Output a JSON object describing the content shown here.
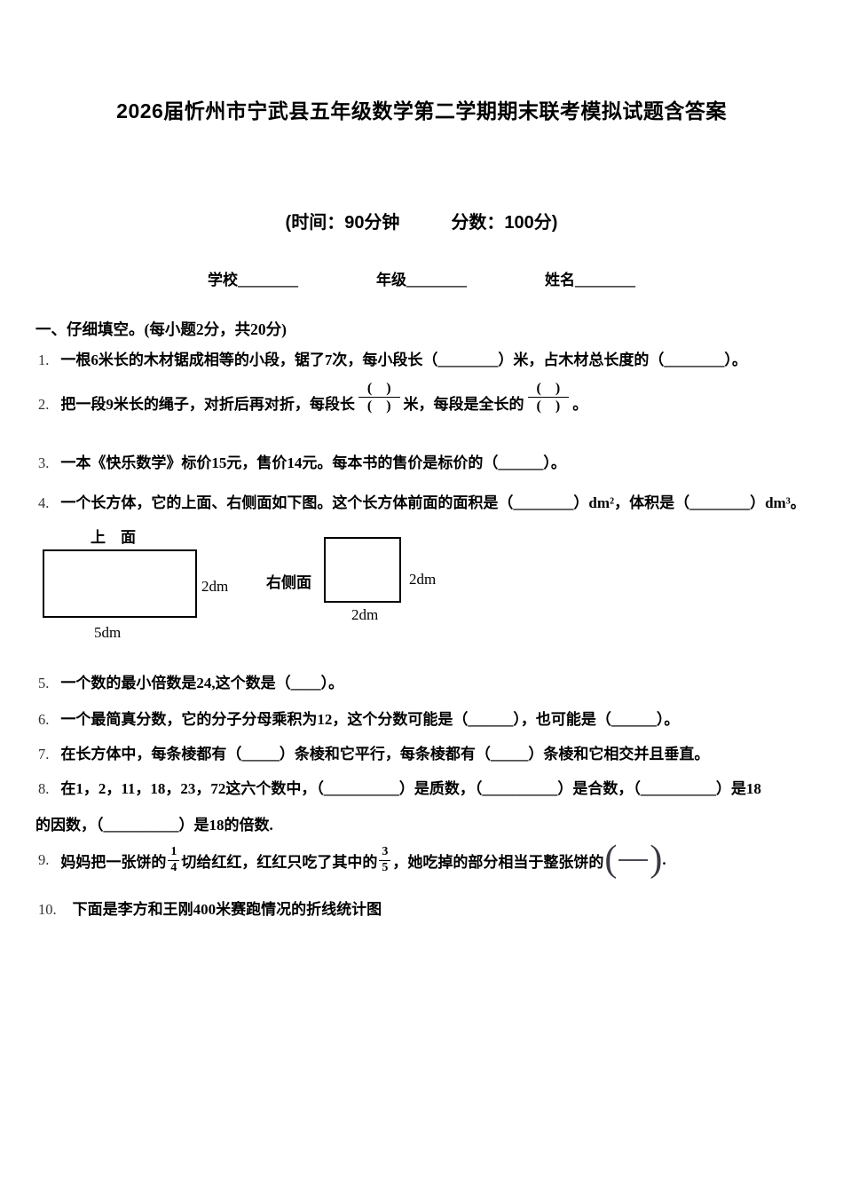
{
  "header": {
    "title": "2026届忻州市宁武县五年级数学第二学期期末联考模拟试题含答案",
    "time_label": "(时间：90分钟",
    "score_label": "分数：100分)",
    "school_label": "学校________",
    "grade_label": "年级________",
    "name_label": "姓名________"
  },
  "section_one": {
    "heading": "一、仔细填空。(每小题2分，共20分)",
    "q1": {
      "num": "1.",
      "text": "一根6米长的木材锯成相等的小段，锯了7次，每小段长（________）米，占木材总长度的（________）。"
    },
    "q2": {
      "num": "2.",
      "part1": "把一段9米长的绳子，对折后再对折，每段长",
      "frac1_num": "(　)",
      "frac1_den": "(　)",
      "part2": "米，每段是全长的",
      "frac2_num": "(　)",
      "frac2_den": "(　)",
      "part3": "。"
    },
    "q3": {
      "num": "3.",
      "text": "一本《快乐数学》标价15元，售价14元。每本书的售价是标价的（______）。"
    },
    "q4": {
      "num": "4.",
      "text": "一个长方体，它的上面、右侧面如下图。这个长方体前面的面积是（________）dm²，体积是（________）dm³。"
    },
    "q4_diagram": {
      "top_face_label": "上　面",
      "top_face_height": "2dm",
      "top_face_width": "5dm",
      "side_face_label": "右侧面",
      "side_face_height": "2dm",
      "side_face_width": "2dm"
    },
    "q5": {
      "num": "5.",
      "text": "一个数的最小倍数是24,这个数是（____）。"
    },
    "q6": {
      "num": "6.",
      "text": "一个最简真分数，它的分子分母乘积为12，这个分数可能是（______），也可能是（______）。"
    },
    "q7": {
      "num": "7.",
      "text": "在长方体中，每条棱都有（_____）条棱和它平行，每条棱都有（_____）条棱和它相交并且垂直。"
    },
    "q8": {
      "num": "8.",
      "line1": "在1，2，11，18，23，72这六个数中，（__________）是质数，（__________）是合数，（__________）是18",
      "line2": "的因数，（__________）是18的倍数."
    },
    "q9": {
      "num": "9.",
      "part1": "妈妈把一张饼的",
      "frac1_num": "1",
      "frac1_den": "4",
      "part2": "切给红红，红红只吃了其中的",
      "frac2_num": "3",
      "frac2_den": "5",
      "part3": "，她吃掉的部分相当于整张饼的",
      "blank_open": "(",
      "blank_close": ")",
      "part4": "."
    },
    "q10": {
      "num": "10.",
      "text": "下面是李方和王刚400米赛跑情况的折线统计图"
    }
  }
}
